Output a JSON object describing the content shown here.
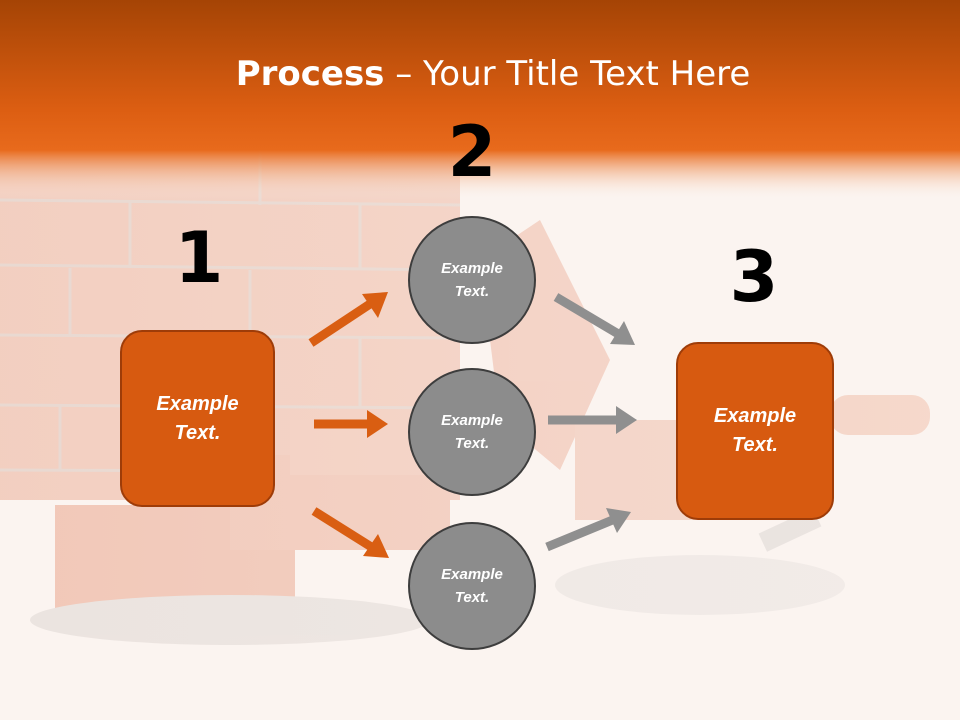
{
  "title": {
    "bold": "Process",
    "rest": " – Your Title Text Here"
  },
  "steps": [
    {
      "number": "1",
      "text": "Example\nText."
    },
    {
      "number": "2",
      "items": [
        "Example\nText.",
        "Example\nText.",
        "Example\nText."
      ]
    },
    {
      "number": "3",
      "text": "Example\nText."
    }
  ],
  "colors": {
    "header": "#d95e12",
    "box": "#d75a10",
    "circle": "#8c8c8c",
    "arrow_orange": "#d95e12",
    "arrow_gray": "#8f8f8f"
  }
}
